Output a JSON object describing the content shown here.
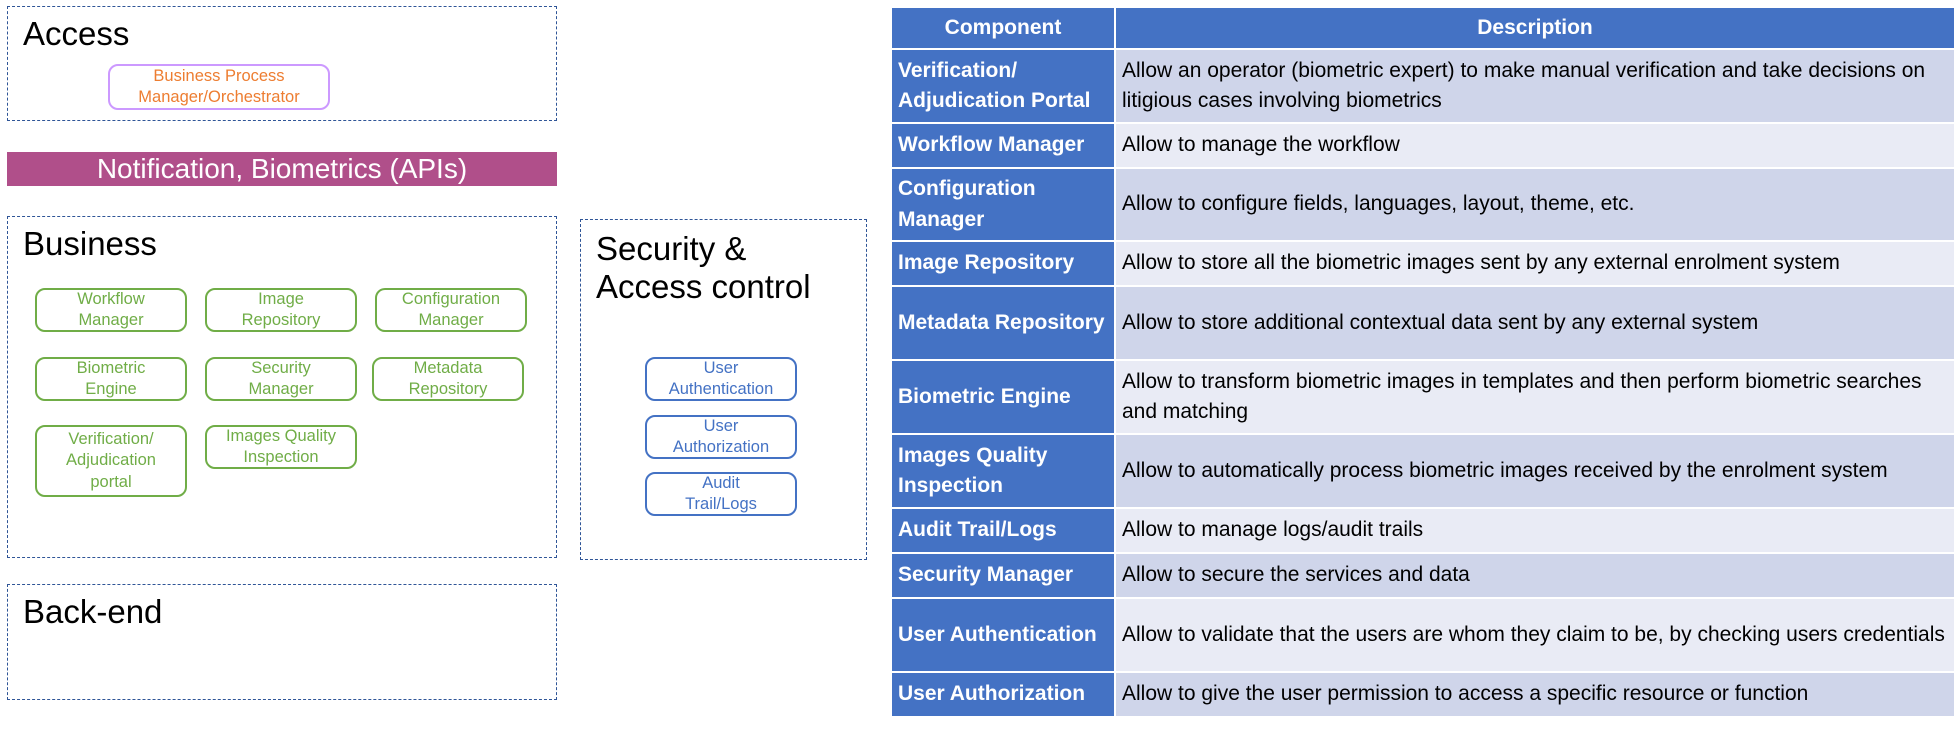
{
  "diagram": {
    "access": {
      "title": "Access",
      "items": [
        {
          "label": "Business Process Manager/Orchestrator"
        }
      ]
    },
    "api_bar": {
      "label": "Notification, Biometrics (APIs)"
    },
    "business": {
      "title": "Business",
      "items": [
        {
          "label": "Workflow Manager"
        },
        {
          "label": "Image Repository"
        },
        {
          "label": "Configuration Manager"
        },
        {
          "label": "Biometric Engine"
        },
        {
          "label": "Security Manager"
        },
        {
          "label": "Metadata Repository"
        },
        {
          "label": "Verification/ Adjudication portal"
        },
        {
          "label": "Images Quality Inspection"
        }
      ]
    },
    "backend": {
      "title": "Back-end"
    },
    "security": {
      "title": "Security & Access control",
      "items": [
        {
          "label": "User Authentication"
        },
        {
          "label": "User Authorization"
        },
        {
          "label": "Audit Trail/Logs"
        }
      ]
    }
  },
  "table": {
    "headers": {
      "component": "Component",
      "description": "Description"
    },
    "rows": [
      {
        "component": "Verification/ Adjudication Portal",
        "description": "Allow an operator (biometric expert) to make manual verification and take decisions on litigious cases involving biometrics"
      },
      {
        "component": "Workflow Manager",
        "description": "Allow to manage the workflow"
      },
      {
        "component": "Configuration Manager",
        "description": "Allow to configure fields, languages, layout, theme, etc."
      },
      {
        "component": "Image Repository",
        "description": "Allow to store all the biometric images sent by any external enrolment system"
      },
      {
        "component": "Metadata Repository",
        "description": "Allow to store additional contextual data sent by any external system"
      },
      {
        "component": "Biometric Engine",
        "description": "Allow to transform biometric images in templates and then perform biometric searches and matching"
      },
      {
        "component": "Images Quality Inspection",
        "description": "Allow to automatically process biometric images received by the enrolment system"
      },
      {
        "component": "Audit Trail/Logs",
        "description": "Allow to manage logs/audit trails"
      },
      {
        "component": "Security Manager",
        "description": "Allow to secure the services and data"
      },
      {
        "component": "User Authentication",
        "description": "Allow to validate that the users are whom they claim to be, by checking users credentials"
      },
      {
        "component": "User Authorization",
        "description": "Allow to give the user permission to access a specific resource or function"
      }
    ]
  }
}
